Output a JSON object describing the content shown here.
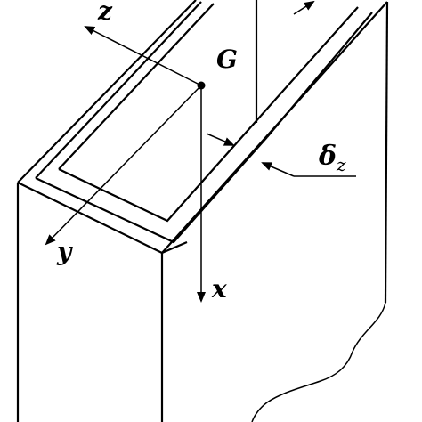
{
  "diagram": {
    "labels": {
      "z_axis": "z",
      "y_axis": "y",
      "x_axis": "x",
      "centroid": "G",
      "thickness_symbol": "δ",
      "thickness_subscript": "z"
    },
    "colors": {
      "line": "#000000",
      "background": "#ffffff"
    }
  }
}
